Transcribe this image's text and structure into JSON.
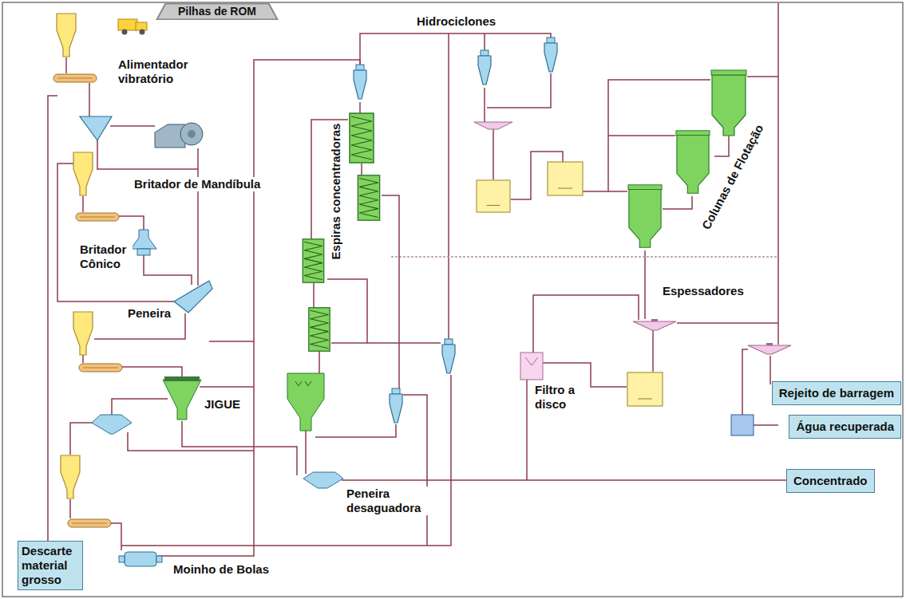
{
  "diagram": {
    "nodes": [
      {
        "text": [
          "Pilhas de ROM"
        ]
      },
      {
        "text": [
          "Rejeito de barragem"
        ]
      },
      {
        "text": [
          "Água recuperada"
        ]
      },
      {
        "text": [
          "Concentrado"
        ]
      },
      {
        "text": [
          "Descarte material grosso"
        ]
      }
    ],
    "labels": [
      "Alimentador vibratório",
      "Hidrociclones",
      "Britador de Mandíbula",
      "Britador Cônico",
      "Espiras concentradoras",
      "Colunas de Flotação",
      "Peneira",
      "Espessadores",
      "JIGUE",
      "Filtro a disco",
      "Peneira desaguadora",
      "Moinho de Bolas"
    ]
  }
}
